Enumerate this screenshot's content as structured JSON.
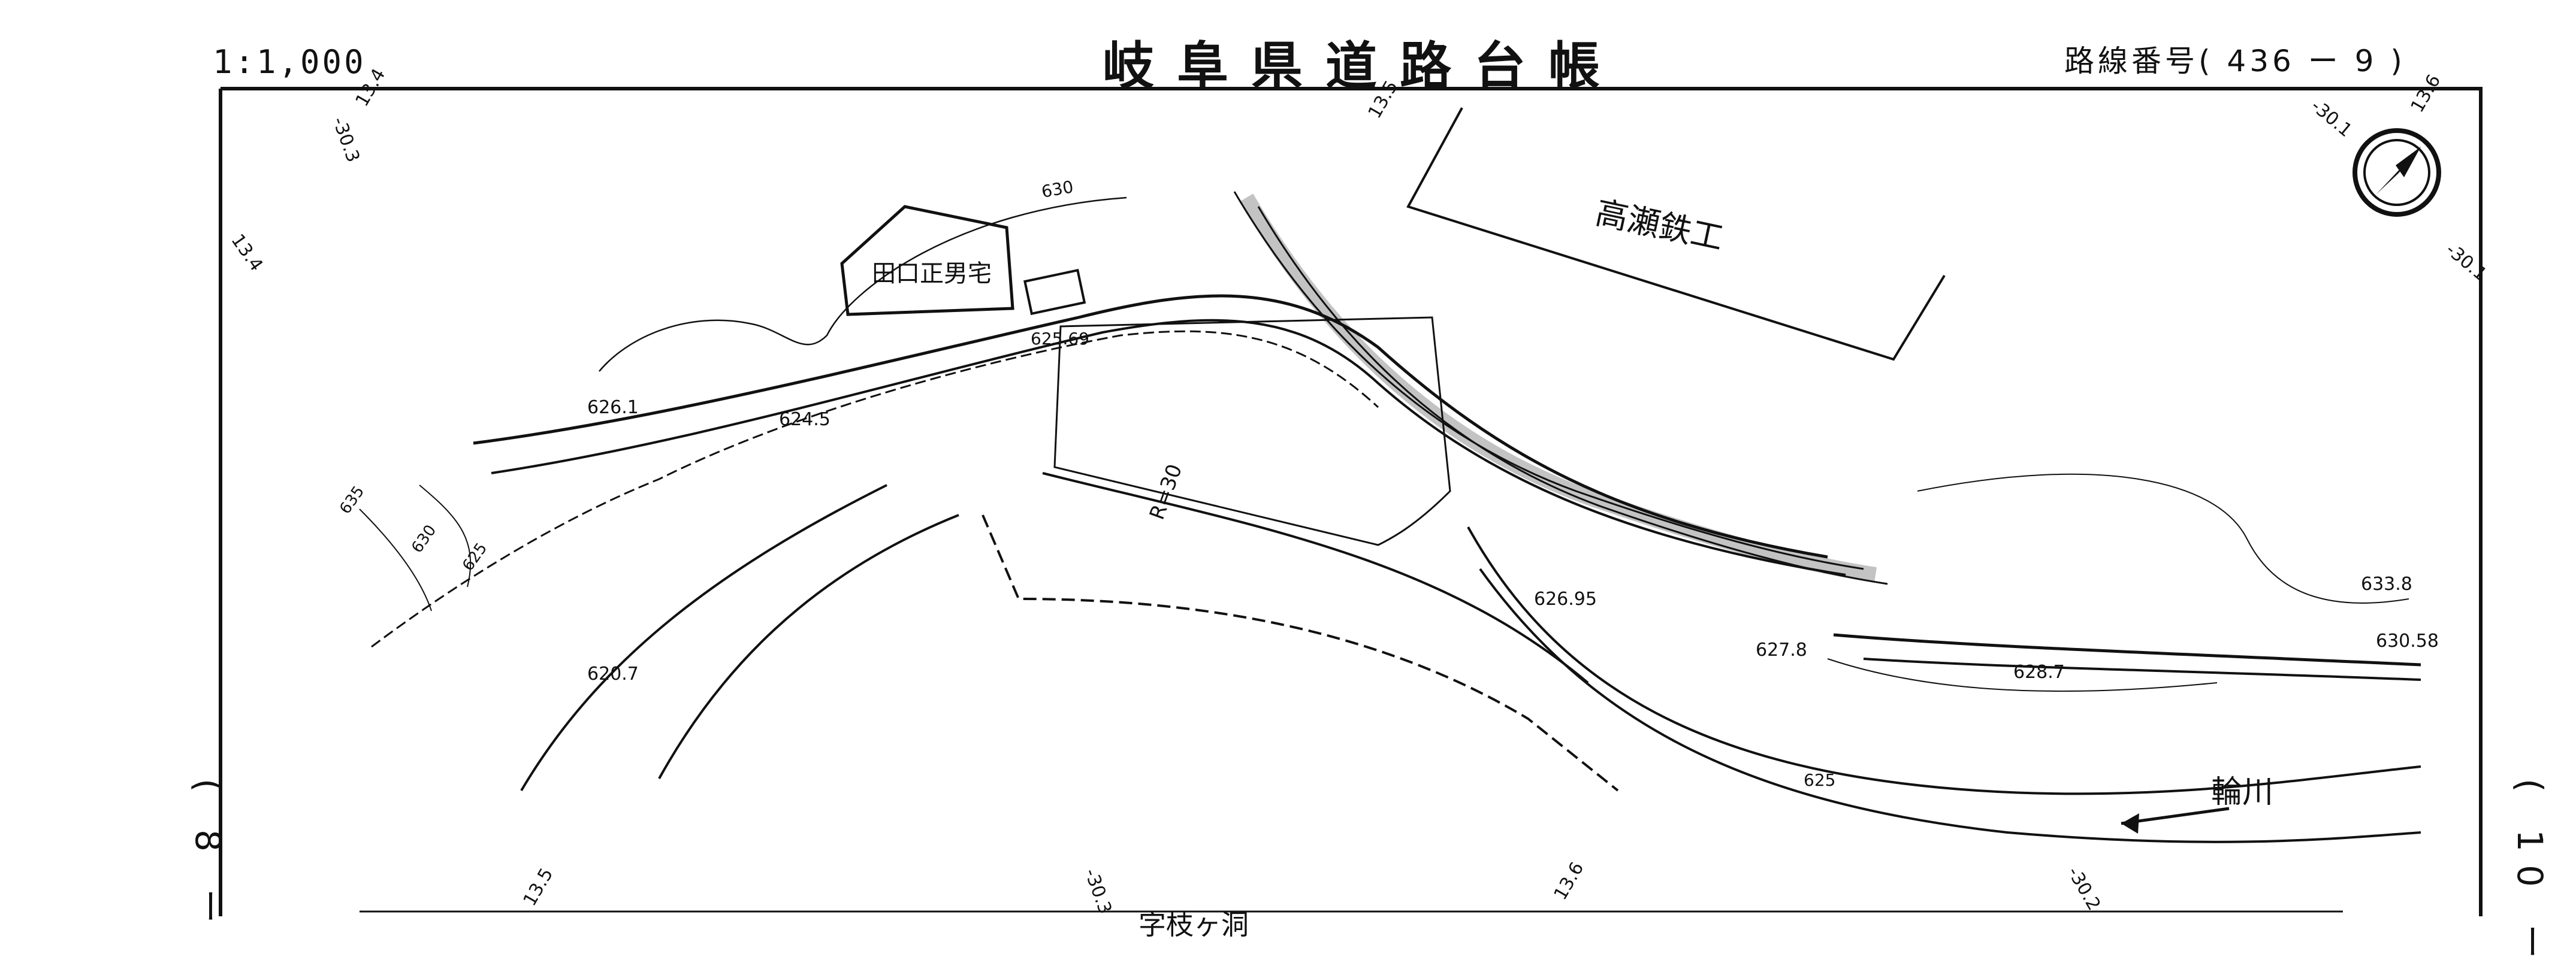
{
  "header": {
    "scale": "1:1,000",
    "title": "岐阜県道路台帳",
    "route_number": "路線番号( 436 ー 9 )"
  },
  "sheet_indicators": {
    "left": "( 8 ー",
    "right": "( 10 ー"
  },
  "map": {
    "buildings": {
      "house": "田口正男宅",
      "factory": "高瀬鉄工"
    },
    "river": "輪川",
    "area_name": "字枝ヶ洞",
    "elevations": [
      "626.1",
      "624.5",
      "625.69",
      "620.7",
      "626.95",
      "627.8",
      "628.7",
      "633.8",
      "630.58"
    ],
    "contours": [
      "630",
      "635",
      "630",
      "625",
      "625"
    ],
    "grid_ticks": [
      "-30.3",
      "13.4",
      "13.4",
      "13.5",
      "-30.1",
      "13.6",
      "-30.1",
      "13.5",
      "-30.3",
      "13.6",
      "-30.2"
    ],
    "road_label": "R=30",
    "north_arrow_icon": "north-arrow-icon"
  }
}
